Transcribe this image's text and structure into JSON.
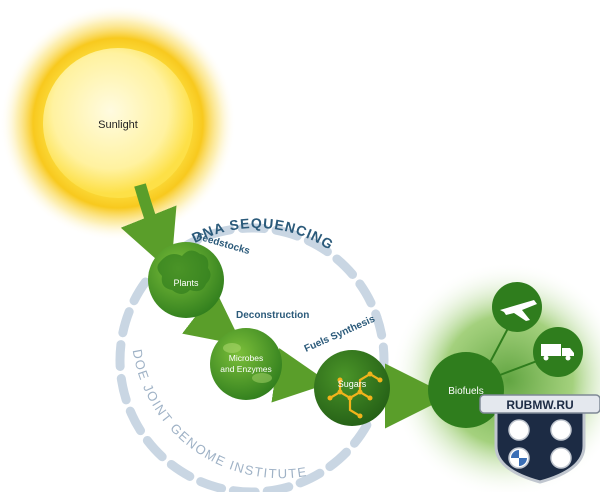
{
  "nodes": {
    "sunlight": "Sunlight",
    "plants": "Plants",
    "microbes_line1": "Microbes",
    "microbes_line2": "and Enzymes",
    "sugars": "Sugars",
    "biofuels": "Biofuels"
  },
  "steps": {
    "feedstocks": "Feedstocks",
    "deconstruction": "Deconstruction",
    "fuels_synthesis": "Fuels Synthesis"
  },
  "arcs": {
    "dna_sequencing": "DNA SEQUENCING",
    "institute": "DOE JOINT GENOME INSTITUTE"
  },
  "watermark": {
    "text": "RUBMW.RU"
  },
  "icons": [
    "airplane-icon",
    "truck-icon",
    "car-icon"
  ],
  "colors": {
    "sun_core": "#fce236",
    "sun_glow": "#f7c21a",
    "green_dark": "#2e7d1e",
    "green_mid": "#4f9a2c",
    "green_light": "#8cc63f",
    "arrow": "#5a9e2a",
    "arc_dash": "#c9d6e3",
    "label_blue": "#2b5a7a",
    "molecule": "#f2b31b",
    "badge_dark": "#1c2b44",
    "badge_silver": "#c0c6cf"
  }
}
